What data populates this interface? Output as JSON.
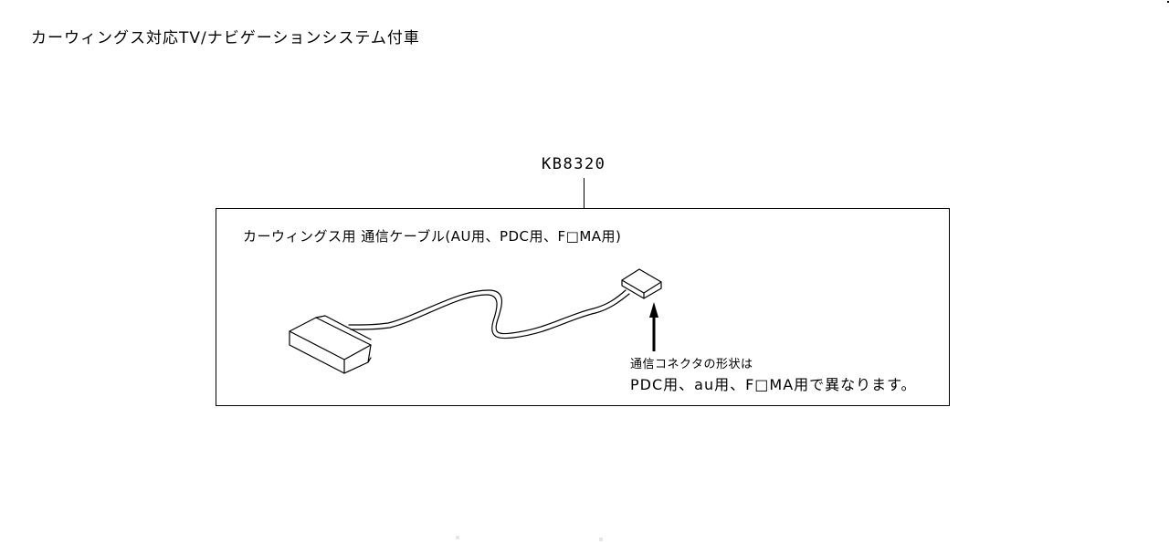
{
  "header": {
    "title": "カーウィングス対応TV/ナビゲーションシステム付車"
  },
  "diagram": {
    "part_number": "KB8320",
    "item_label": "カーウィングス用 通信ケーブル(AU用、PDC用、F□MA用)",
    "components": [
      {
        "name": "control-unit-box",
        "type": "rectangular module"
      },
      {
        "name": "cable",
        "type": "flexible cable"
      },
      {
        "name": "communication-connector",
        "type": "connector"
      }
    ],
    "note": {
      "line1": "通信コネクタの形状は",
      "line2": "PDC用、au用、F□MA用で異なります。"
    }
  }
}
